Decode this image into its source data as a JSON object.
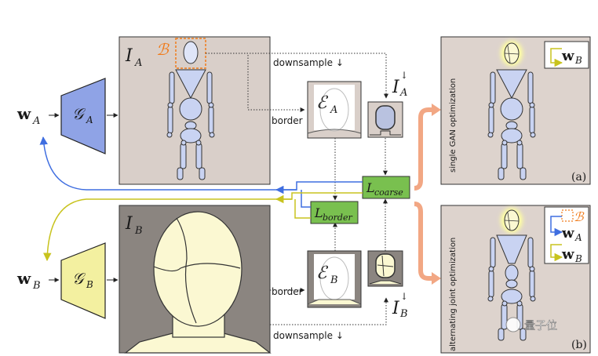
{
  "colors": {
    "panel_a": "#d9cfc9",
    "panel_b": "#8b8580",
    "panel_right": "#ddd3cd",
    "gen_a": "#8fa3e6",
    "gen_b": "#f3f0a0",
    "loss_green": "#79c04f",
    "arrow_blue": "#3f6ee0",
    "arrow_yellow": "#c8c31e",
    "arrow_salmon": "#f2a784",
    "orange": "#f07b1a",
    "body_fill": "#c9d3f2",
    "head_fill": "#fbf8d2"
  },
  "labels": {
    "w_a_main": "w",
    "w_a_sub": "A",
    "w_b_main": "w",
    "w_b_sub": "B",
    "g_a_main": "𝒢",
    "g_a_sub": "A",
    "g_b_main": "𝒢",
    "g_b_sub": "B",
    "i_a_main": "I",
    "i_a_sub": "A",
    "i_b_main": "I",
    "i_b_sub": "B",
    "border_region": "ℬ",
    "downsample_top": "downsample ↓",
    "downsample_bottom": "downsample ↓",
    "border_top": "border",
    "border_bottom": "border",
    "e_a_main": "ℰ",
    "e_a_sub": "A",
    "e_b_main": "ℰ",
    "e_b_sub": "B",
    "ia_down_main": "I",
    "ia_down_sup": "↓",
    "ia_down_sub": "A",
    "ib_down_main": "I",
    "ib_down_sup": "↓",
    "ib_down_sub": "B",
    "l_coarse_main": "L",
    "l_coarse_sub": "coarse",
    "l_border_main": "L",
    "l_border_sub": "border",
    "single_gan": "single GAN optimization",
    "alternating": "alternating joint optimization",
    "tag_a": "(a)",
    "tag_b": "(b)",
    "legend_a_w": "w",
    "legend_a_sub": "B",
    "legend_b_border": "ℬ",
    "legend_b_wa": "w",
    "legend_b_wa_sub": "A",
    "legend_b_wb": "w",
    "legend_b_wb_sub": "B",
    "watermark": "量子位"
  }
}
